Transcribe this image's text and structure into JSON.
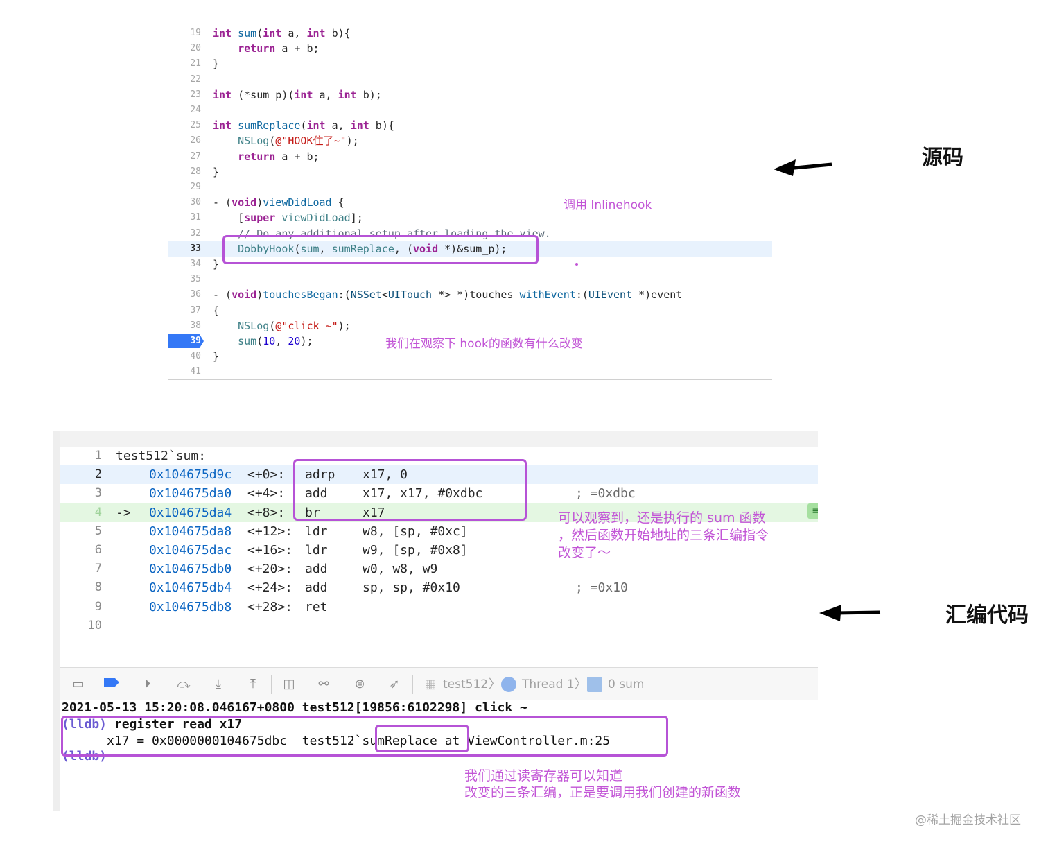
{
  "annotations": {
    "source_label": "源码",
    "asm_label": "汇编代码",
    "note_call": "调用 Inlinehook",
    "note_observe": "我们在观察下 hook的函数有什么改变",
    "note_asm_1": "可以观察到，还是执行的 sum 函数",
    "note_asm_2": "，然后函数开始地址的三条汇编指令",
    "note_asm_3": "改变了～",
    "note_console_1": "我们通过读寄存器可以知道",
    "note_console_2": "改变的三条汇编，正是要调用我们创建的新函数"
  },
  "source": {
    "lines": [
      {
        "n": "19",
        "parts": [
          [
            "kw",
            "int"
          ],
          [
            "t",
            " "
          ],
          [
            "fnd",
            "sum"
          ],
          [
            "t",
            "("
          ],
          [
            "kw",
            "int"
          ],
          [
            "t",
            " a, "
          ],
          [
            "kw",
            "int"
          ],
          [
            "t",
            " b){"
          ]
        ]
      },
      {
        "n": "20",
        "parts": [
          [
            "t",
            "    "
          ],
          [
            "kw",
            "return"
          ],
          [
            "t",
            " a + b;"
          ]
        ]
      },
      {
        "n": "21",
        "parts": [
          [
            "t",
            "}"
          ]
        ]
      },
      {
        "n": "22",
        "parts": []
      },
      {
        "n": "23",
        "parts": [
          [
            "kw",
            "int"
          ],
          [
            "t",
            " (*sum_p)("
          ],
          [
            "kw",
            "int"
          ],
          [
            "t",
            " a, "
          ],
          [
            "kw",
            "int"
          ],
          [
            "t",
            " b);"
          ]
        ]
      },
      {
        "n": "24",
        "parts": []
      },
      {
        "n": "25",
        "parts": [
          [
            "kw",
            "int"
          ],
          [
            "t",
            " "
          ],
          [
            "fnd",
            "sumReplace"
          ],
          [
            "t",
            "("
          ],
          [
            "kw",
            "int"
          ],
          [
            "t",
            " a, "
          ],
          [
            "kw",
            "int"
          ],
          [
            "t",
            " b){"
          ]
        ]
      },
      {
        "n": "26",
        "parts": [
          [
            "t",
            "    "
          ],
          [
            "fn",
            "NSLog"
          ],
          [
            "t",
            "("
          ],
          [
            "str",
            "@\"HOOK住了~\""
          ],
          [
            "t",
            ");"
          ]
        ]
      },
      {
        "n": "27",
        "parts": [
          [
            "t",
            "    "
          ],
          [
            "kw",
            "return"
          ],
          [
            "t",
            " a + b;"
          ]
        ]
      },
      {
        "n": "28",
        "parts": [
          [
            "t",
            "}"
          ]
        ]
      },
      {
        "n": "29",
        "parts": []
      },
      {
        "n": "30",
        "parts": [
          [
            "t",
            "- ("
          ],
          [
            "kw",
            "void"
          ],
          [
            "t",
            ")"
          ],
          [
            "fnd",
            "viewDidLoad"
          ],
          [
            "t",
            " {"
          ]
        ]
      },
      {
        "n": "31",
        "parts": [
          [
            "t",
            "    ["
          ],
          [
            "kw",
            "super"
          ],
          [
            "t",
            " "
          ],
          [
            "fn",
            "viewDidLoad"
          ],
          [
            "t",
            "];"
          ]
        ]
      },
      {
        "n": "32",
        "parts": [
          [
            "t",
            "    "
          ],
          [
            "cmt",
            "// Do any additional setup after loading the view."
          ]
        ]
      },
      {
        "n": "33",
        "parts": [
          [
            "t",
            "    "
          ],
          [
            "fn",
            "DobbyHook"
          ],
          [
            "t",
            "("
          ],
          [
            "fn",
            "sum"
          ],
          [
            "t",
            ", "
          ],
          [
            "fn",
            "sumReplace"
          ],
          [
            "t",
            ", ("
          ],
          [
            "kw",
            "void"
          ],
          [
            "t",
            " *)&sum_p);"
          ]
        ]
      },
      {
        "n": "34",
        "parts": [
          [
            "t",
            "}"
          ]
        ]
      },
      {
        "n": "35",
        "parts": []
      },
      {
        "n": "36",
        "parts": [
          [
            "t",
            "- ("
          ],
          [
            "kw",
            "void"
          ],
          [
            "t",
            ")"
          ],
          [
            "fnd",
            "touchesBegan"
          ],
          [
            "t",
            ":("
          ],
          [
            "cls",
            "NSSet"
          ],
          [
            "t",
            "<"
          ],
          [
            "cls",
            "UITouch"
          ],
          [
            "t",
            " *> *)touches "
          ],
          [
            "fnd",
            "withEvent"
          ],
          [
            "t",
            ":("
          ],
          [
            "cls",
            "UIEvent"
          ],
          [
            "t",
            " *)event"
          ]
        ]
      },
      {
        "n": "37",
        "parts": [
          [
            "t",
            "{"
          ]
        ]
      },
      {
        "n": "38",
        "parts": [
          [
            "t",
            "    "
          ],
          [
            "fn",
            "NSLog"
          ],
          [
            "t",
            "("
          ],
          [
            "str",
            "@\"click ~\""
          ],
          [
            "t",
            ");"
          ]
        ]
      },
      {
        "n": "39",
        "parts": [
          [
            "t",
            "    "
          ],
          [
            "fn",
            "sum"
          ],
          [
            "t",
            "("
          ],
          [
            "num",
            "10"
          ],
          [
            "t",
            ", "
          ],
          [
            "num",
            "20"
          ],
          [
            "t",
            ");"
          ]
        ]
      },
      {
        "n": "40",
        "parts": [
          [
            "t",
            "}"
          ]
        ]
      },
      {
        "n": "41",
        "parts": []
      }
    ]
  },
  "asm": {
    "header": "test512`sum:",
    "header_ln": "1",
    "rows": [
      {
        "n": "2",
        "arrow": "",
        "addr": "0x104675d9c",
        "off": "<+0>:",
        "op": "adrp",
        "args": "x17, 0",
        "cmt": ""
      },
      {
        "n": "3",
        "arrow": "",
        "addr": "0x104675da0",
        "off": "<+4>:",
        "op": "add",
        "args": "x17, x17, #0xdbc",
        "cmt": "; =0xdbc"
      },
      {
        "n": "4",
        "arrow": "->",
        "addr": "0x104675da4",
        "off": "<+8>:",
        "op": "br",
        "args": "x17",
        "cmt": ""
      },
      {
        "n": "5",
        "arrow": "",
        "addr": "0x104675da8",
        "off": "<+12>:",
        "op": "ldr",
        "args": "w8, [sp, #0xc]",
        "cmt": ""
      },
      {
        "n": "6",
        "arrow": "",
        "addr": "0x104675dac",
        "off": "<+16>:",
        "op": "ldr",
        "args": "w9, [sp, #0x8]",
        "cmt": ""
      },
      {
        "n": "7",
        "arrow": "",
        "addr": "0x104675db0",
        "off": "<+20>:",
        "op": "add",
        "args": "w0, w8, w9",
        "cmt": ""
      },
      {
        "n": "8",
        "arrow": "",
        "addr": "0x104675db4",
        "off": "<+24>:",
        "op": "add",
        "args": "sp, sp, #0x10",
        "cmt": "; =0x10"
      },
      {
        "n": "9",
        "arrow": "",
        "addr": "0x104675db8",
        "off": "<+28>:",
        "op": "ret",
        "args": "",
        "cmt": ""
      }
    ],
    "last_ln": "10"
  },
  "toolbar": {
    "crumb_target": "test512",
    "crumb_thread": "Thread 1",
    "crumb_frame": "0 sum"
  },
  "console": {
    "log_line": "2021-05-13 15:20:08.046167+0800 test512[19856:6102298] click ~",
    "prompt": "(lldb)",
    "command": " register read x17",
    "result_prefix": "      x17 = 0x0000000104675dbc  test512`",
    "result_symbol": "sumReplace",
    "result_suffix": " at ViewController.m:25",
    "prompt2": "(lldb)"
  },
  "watermark": "@稀土掘金技术社区"
}
